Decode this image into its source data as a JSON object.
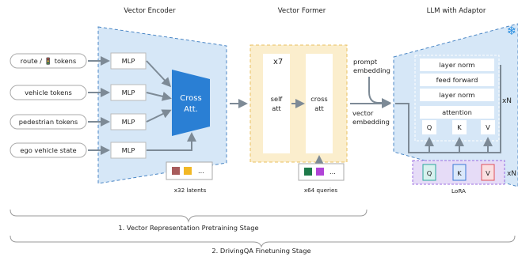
{
  "headers": {
    "encoder": "Vector Encoder",
    "former": "Vector Former",
    "llm": "LLM with Adaptor"
  },
  "inputs": [
    "route / 🚦 tokens",
    "vehicle tokens",
    "pedestrian tokens",
    "ego vehicle state"
  ],
  "mlp": "MLP",
  "cross_att": [
    "Cross",
    "Att."
  ],
  "latents_label": "x32 latents",
  "latents_colors": [
    "#a85c5c",
    "#f2b825"
  ],
  "ellipsis": "...",
  "former": {
    "repeat": "x7",
    "self_att": [
      "self",
      "att"
    ],
    "cross_att": [
      "cross",
      "att"
    ]
  },
  "queries_label": "x64 queries",
  "queries_colors": [
    "#1e7a4a",
    "#b043d6"
  ],
  "prompt_embedding": [
    "prompt",
    "embedding"
  ],
  "vector_embedding": [
    "vector",
    "embedding"
  ],
  "llm_layers": [
    "layer norm",
    "feed forward",
    "layer norm",
    "attention"
  ],
  "qkv": [
    "Q",
    "K",
    "V"
  ],
  "xN": "xN",
  "lora": {
    "label": "LoRA",
    "colors": {
      "Q": "#2aa89c",
      "K": "#3a78d6",
      "V": "#e0505a"
    }
  },
  "freeze_icon": "snowflake-icon",
  "stages": {
    "stage1": "1.  Vector Representation Pretraining Stage",
    "stage2": "2.  DrivingQA Finetuning Stage"
  }
}
